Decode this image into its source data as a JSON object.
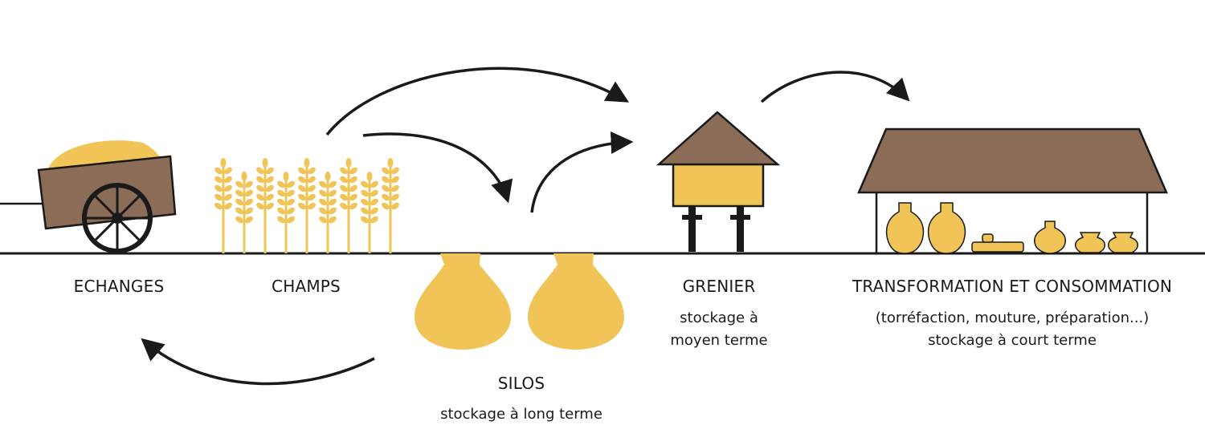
{
  "colors": {
    "grain": "#f0c457",
    "wood": "#8a6c57",
    "ink": "#1a1a1a",
    "background": "#ffffff"
  },
  "stages": {
    "echanges": {
      "title": "ECHANGES"
    },
    "champs": {
      "title": "CHAMPS"
    },
    "silos": {
      "title": "SILOS",
      "subtitle": "stockage à long terme"
    },
    "grenier": {
      "title": "GRENIER",
      "subtitle_line1": "stockage à",
      "subtitle_line2": "moyen terme"
    },
    "transformation": {
      "title": "TRANSFORMATION ET CONSOMMATION",
      "subtitle_line1": "(torréfaction, mouture, préparation...)",
      "subtitle_line2": "stockage à court terme"
    }
  },
  "icons": [
    "cart-icon",
    "wheat-field-icon",
    "silo-pit-icon",
    "granary-icon",
    "storehouse-icon",
    "jar-icon",
    "arrow-icon"
  ],
  "flows": [
    {
      "from": "champs",
      "to": "grenier"
    },
    {
      "from": "champs",
      "to": "silos"
    },
    {
      "from": "silos",
      "to": "grenier"
    },
    {
      "from": "grenier",
      "to": "transformation"
    },
    {
      "from": "silos",
      "to": "echanges"
    }
  ]
}
